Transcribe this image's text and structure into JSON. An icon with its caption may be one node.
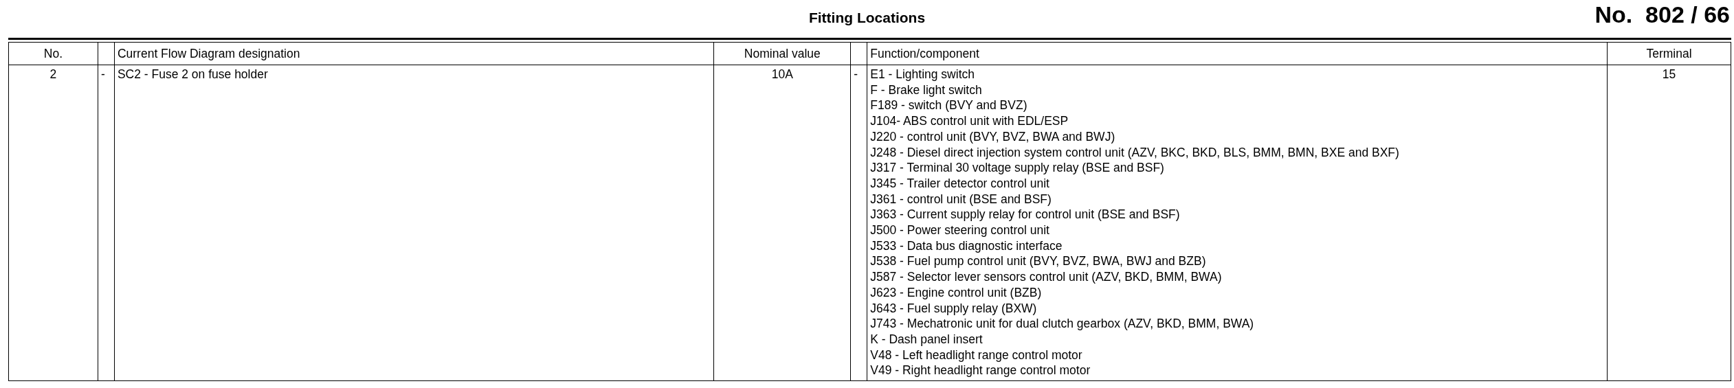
{
  "diagram": {
    "title": "Fitting Locations",
    "labels": [
      "No.  802 / 66",
      "No.",
      "Current Flow Diagram designation",
      "Nominal value",
      "Function/component",
      "Terminal",
      "2",
      "-",
      "SC2 - Fuse 2 on fuse holder",
      "10A",
      "-",
      "E1 - Lighting switch",
      "F - Brake light switch",
      "F189 - switch (BVY and BVZ)",
      "J104- ABS control unit with EDL/ESP",
      "J220 - control unit (BVY, BVZ, BWA and BWJ)",
      "J248 - Diesel direct injection system control unit (AZV, BKC, BKD, BLS, BMM, BMN, BXE and BXF)",
      "J317 - Terminal 30 voltage supply relay (BSE and BSF)",
      "J345 - Trailer detector control unit",
      "J361 - control unit (BSE and BSF)",
      "J363 - Current supply relay for control unit (BSE and BSF)",
      "J500 - Power steering control unit",
      "J533 - Data bus diagnostic interface",
      "J538 - Fuel pump control unit (BVY, BVZ, BWA, BWJ and BZB)",
      "J587 - Selector lever sensors control unit (AZV, BKD, BMM, BWA)",
      "J623 - Engine control unit (BZB)",
      "J643 - Fuel supply relay (BXW)",
      "J743 - Mechatronic unit for dual clutch gearbox (AZV, BKD, BMM, BWA)",
      "K - Dash panel insert",
      "V48 - Left headlight range control motor",
      "V49 - Right headlight range control motor",
      "15"
    ]
  }
}
